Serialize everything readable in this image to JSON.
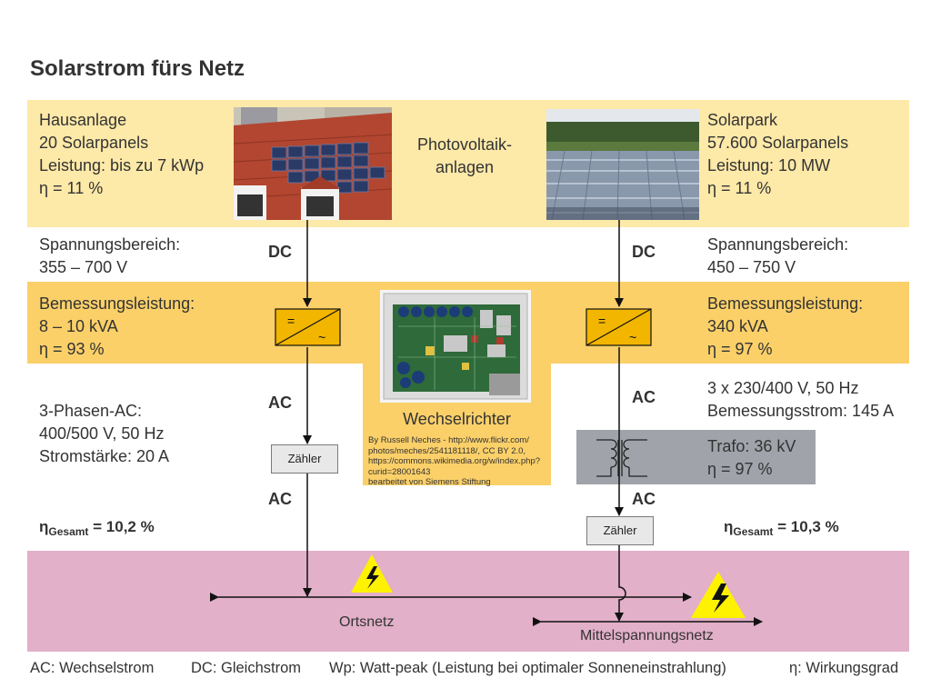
{
  "title": "Solarstrom fürs Netz",
  "colors": {
    "light_yellow": "#fde9a8",
    "orange_yellow": "#fbd069",
    "pink": "#e2b0c8",
    "gray_box": "#a0a3aa",
    "inverter_fill": "#f2b500"
  },
  "left": {
    "anlage": [
      "Hausanlage",
      "20 Solarpanels",
      "Leistung: bis zu 7 kWp",
      "η = 11 %"
    ],
    "spannung": [
      "Spannungsbereich:",
      "355 – 700 V"
    ],
    "dc_label": "DC",
    "bemessung": [
      "Bemessungsleistung:",
      "8 – 10 kVA",
      "η = 93 %"
    ],
    "ac_label_1": "AC",
    "phasen": [
      "3-Phasen-AC:",
      "400/500 V, 50 Hz",
      "Stromstärke: 20 A"
    ],
    "zaehler": "Zähler",
    "ac_label_2": "AC",
    "eta_symbol": "η",
    "eta_sub": "Gesamt",
    "eta_value": " = 10,2 %"
  },
  "center": {
    "pv_label": [
      "Photovoltaik-",
      "anlagen"
    ],
    "wechselrichter": "Wechselrichter",
    "credit": [
      "By Russell Neches - http://www.flickr.com/",
      "photos/meches/2541181118/, CC BY 2.0,",
      "https://commons.wikimedia.org/w/index.php?",
      "curid=28001643",
      "bearbeitet von Siemens Stiftung"
    ]
  },
  "right": {
    "anlage": [
      "Solarpark",
      "57.600 Solarpanels",
      "Leistung: 10 MW",
      "η = 11 %"
    ],
    "spannung": [
      "Spannungsbereich:",
      "450 – 750 V"
    ],
    "dc_label": "DC",
    "bemessung": [
      "Bemessungsleistung:",
      "340 kVA",
      "η = 97 %"
    ],
    "ac_label_1": "AC",
    "strom": [
      "3 x 230/400 V, 50 Hz",
      "Bemessungsstrom: 145 A"
    ],
    "trafo": [
      "Trafo: 36 kV",
      "η = 97 %"
    ],
    "ac_label_2": "AC",
    "zaehler": "Zähler",
    "eta_symbol": "η",
    "eta_sub": "Gesamt",
    "eta_value": " = 10,3 %"
  },
  "grid": {
    "ortsnetz": "Ortsnetz",
    "mittelspannungsnetz": "Mittelspannungsnetz"
  },
  "inverter_symbols": {
    "dc": "=",
    "ac": "~"
  },
  "footer": {
    "ac": "AC: Wechselstrom",
    "dc": "DC: Gleichstrom",
    "wp": "Wp: Watt-peak (Leistung bei optimaler Sonneneinstrahlung)",
    "eta": "η: Wirkungsgrad"
  }
}
